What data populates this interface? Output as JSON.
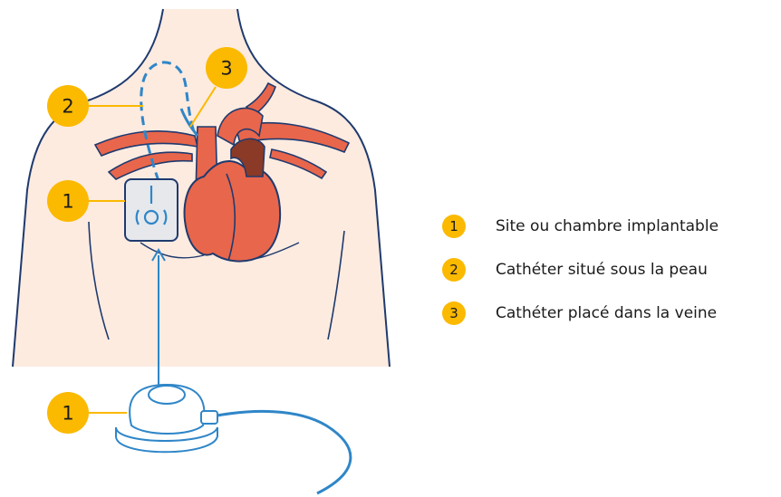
{
  "colors": {
    "badge": "#fbb900",
    "skin": "#fdebe0",
    "outline": "#1f3a6e",
    "heart": "#e8664c",
    "heart_dark": "#8a3a26",
    "catheter": "#2f86c8",
    "port_fill": "#e6e8ec"
  },
  "markers": {
    "port_body": "1",
    "catheter_skin": "2",
    "catheter_vein": "3",
    "port_device": "1"
  },
  "legend": [
    {
      "number": "1",
      "label": "Site ou chambre implantable"
    },
    {
      "number": "2",
      "label": "Cathéter situé sous la peau"
    },
    {
      "number": "3",
      "label": "Cathéter placé dans la veine"
    }
  ]
}
